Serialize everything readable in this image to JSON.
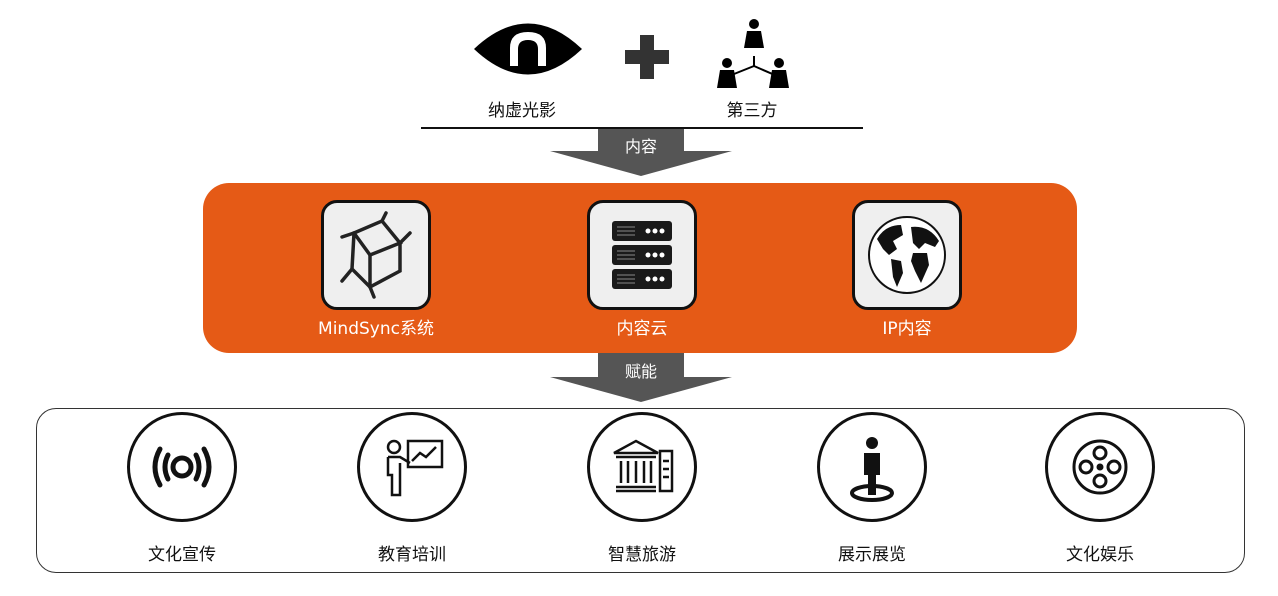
{
  "sources": [
    {
      "label": "纳虚光影",
      "icon": "eye-icon"
    },
    {
      "label": "第三方",
      "icon": "people-network-icon"
    }
  ],
  "arrow_top_label": "内容",
  "platform": [
    {
      "label": "MindSync系统",
      "icon": "cube-icon"
    },
    {
      "label": "内容云",
      "icon": "server-icon"
    },
    {
      "label": "IP内容",
      "icon": "globe-icon"
    }
  ],
  "arrow_bottom_label": "赋能",
  "applications": [
    {
      "label": "文化宣传",
      "icon": "broadcast-icon"
    },
    {
      "label": "教育培训",
      "icon": "teacher-icon"
    },
    {
      "label": "智慧旅游",
      "icon": "museum-icon"
    },
    {
      "label": "展示展览",
      "icon": "person-spotlight-icon"
    },
    {
      "label": "文化娱乐",
      "icon": "film-reel-icon"
    }
  ],
  "colors": {
    "accent": "#e55a16",
    "arrow": "#555555"
  }
}
